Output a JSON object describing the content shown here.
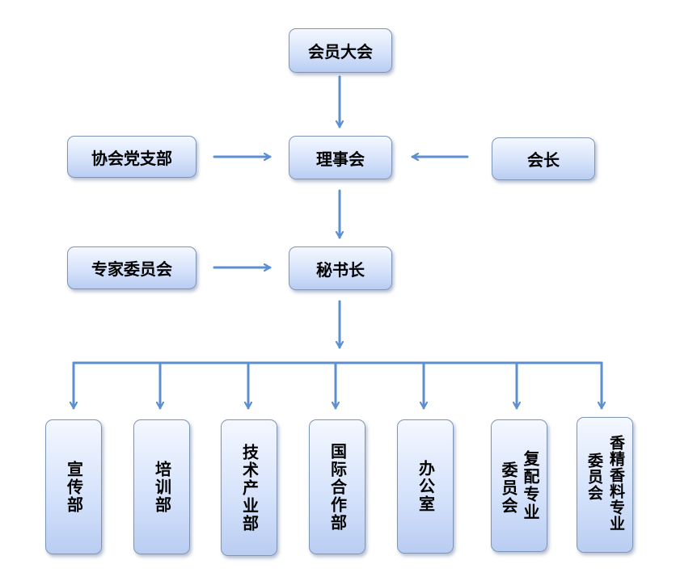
{
  "nodes": {
    "assembly": "会员大会",
    "council": "理事会",
    "party_branch": "协会党支部",
    "president": "会长",
    "secretary_general": "秘书长",
    "expert_committee": "专家委员会"
  },
  "departments": {
    "publicity": "宣传部",
    "training": "培训部",
    "tech_industry": "技术产业部",
    "intl_coop": "国际合作部",
    "office": "办公室",
    "compound_committee": {
      "line1": "复配专业",
      "line2": "委员会"
    },
    "flavor_committee": {
      "line1": "香精香料专业",
      "line2": "委员会"
    }
  },
  "colors": {
    "line": "#5b8fd1",
    "border": "#7f95b6",
    "fill_top": "#f4f8ff",
    "fill_bottom": "#b9cdf2"
  }
}
